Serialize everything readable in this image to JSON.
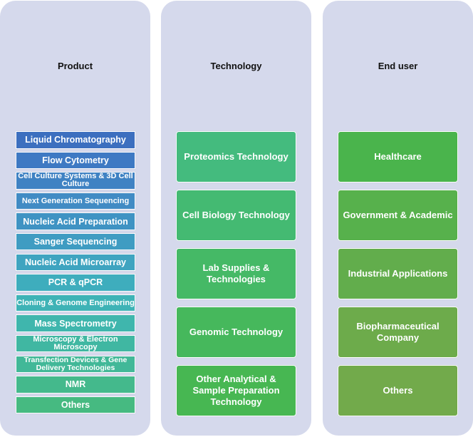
{
  "columns": {
    "product": {
      "title": "Product",
      "items": [
        {
          "label": "Liquid Chromatography",
          "color": "#3c6fbf"
        },
        {
          "label": "Flow Cytometry",
          "color": "#3e79c3"
        },
        {
          "label": "Cell Culture Systems & 3D Cell Culture",
          "color": "#3f82c3"
        },
        {
          "label": "Next Generation Sequencing",
          "color": "#418bc4"
        },
        {
          "label": "Nucleic Acid Preparation",
          "color": "#3f93c3"
        },
        {
          "label": "Sanger Sequencing",
          "color": "#3f9cc2"
        },
        {
          "label": "Nucleic Acid Microarray",
          "color": "#3fa4c0"
        },
        {
          "label": "PCR & qPCR",
          "color": "#3eadbd"
        },
        {
          "label": "Cloning & Genome Engineering",
          "color": "#3eb3b6"
        },
        {
          "label": "Mass Spectrometry",
          "color": "#3fb6ad"
        },
        {
          "label": "Microscopy & Electron Microscopy",
          "color": "#40b7a2"
        },
        {
          "label": "Transfection Devices & Gene Delivery Technologies",
          "color": "#42b898"
        },
        {
          "label": "NMR",
          "color": "#44b98c"
        },
        {
          "label": "Others",
          "color": "#46ba81"
        }
      ]
    },
    "technology": {
      "title": "Technology",
      "items": [
        {
          "label": "Proteomics Technology",
          "color": "#44bb7e"
        },
        {
          "label": "Cell Biology Technology",
          "color": "#44ba72"
        },
        {
          "label": "Lab Supplies & Technologies",
          "color": "#45b966"
        },
        {
          "label": "Genomic Technology",
          "color": "#46b85c"
        },
        {
          "label": "Other Analytical & Sample Preparation Technology",
          "color": "#47b752"
        }
      ]
    },
    "end_user": {
      "title": "End user",
      "items": [
        {
          "label": "Healthcare",
          "color": "#4ab44c"
        },
        {
          "label": "Government & Academic",
          "color": "#57b14c"
        },
        {
          "label": "Industrial Applications",
          "color": "#62ad4c"
        },
        {
          "label": "Biopharmaceutical Company",
          "color": "#6dab4b"
        },
        {
          "label": "Others",
          "color": "#72aa4b"
        }
      ]
    }
  }
}
